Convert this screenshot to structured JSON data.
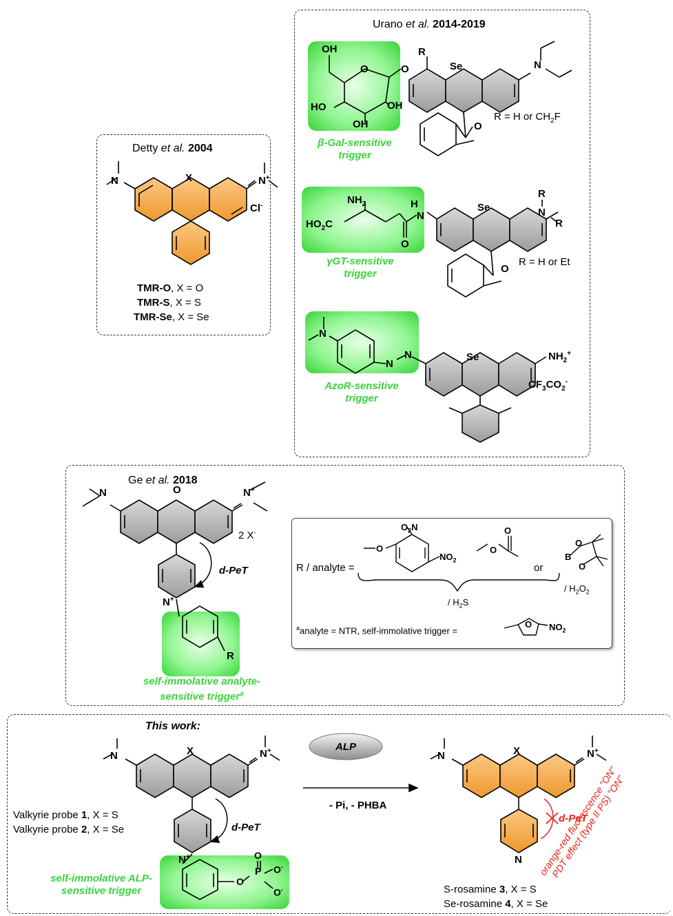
{
  "detty": {
    "ref_author": "Detty",
    "ref_etal": "et al.",
    "ref_year": "2004",
    "atom_x": "X",
    "counterion": "Cl",
    "counterion_charge": "-",
    "lines": [
      {
        "name": "TMR-O",
        "rest": ", X = O"
      },
      {
        "name": "TMR-S",
        "rest": ", X = S"
      },
      {
        "name": "TMR-Se",
        "rest": ", X = Se"
      }
    ]
  },
  "urano": {
    "ref_author": "Urano",
    "ref_etal": "et al.",
    "ref_year": "2014-2019",
    "galactose": {
      "oh_top": "OH",
      "ring_o": "O",
      "link_o": "O",
      "ho_left": "HO",
      "oh_right": "OH",
      "oh_bottom": "OH"
    },
    "probe1": {
      "r": "R",
      "se": "Se",
      "n": "N",
      "lactone_o": "O",
      "r_def": "R = H or CH",
      "r_def_sub": "2",
      "r_def_end": "F"
    },
    "trigger1": [
      "β-Gal-sensitive",
      "trigger"
    ],
    "gglu": {
      "nh2": "NH",
      "nh2_sub": "2",
      "ho2c": "HO",
      "ho2c_sub": "2",
      "ho2c_end": "C",
      "amide_o": "O",
      "amide_nh": "H",
      "amide_n": "N"
    },
    "probe2": {
      "se": "Se",
      "n": "N",
      "r_top": "R",
      "r_right": "R",
      "lactone_o": "O",
      "r_def": "R = H or Et"
    },
    "trigger2": [
      "γGT-sensitive",
      "trigger"
    ],
    "azo": {
      "n_dimethyl": "N",
      "n1": "N",
      "n2": "N"
    },
    "probe3": {
      "se": "Se",
      "nh2": "NH",
      "nh2_sub": "2",
      "nh2_charge": "+",
      "anion": "CF",
      "anion_sub1": "3",
      "anion_mid": "CO",
      "anion_sub2": "2",
      "anion_charge": "-"
    },
    "trigger3": [
      "AzoR-sensitive",
      "trigger"
    ]
  },
  "ge": {
    "ref_author": "Ge",
    "ref_etal": "et al.",
    "ref_year": "2018",
    "o_atom": "O",
    "n_left": "N",
    "n_right": "N",
    "n_right_charge": "+",
    "pyridinium_n": "N",
    "pyridinium_charge": "+",
    "counterion": "2 X",
    "counterion_charge": "-",
    "dpet": "d-PeT",
    "r_group": "R",
    "trigger": [
      "self-immolative analyte-",
      "sensitive trigger"
    ],
    "trigger_sup": "a",
    "legend": {
      "r_label": "R / analyte =",
      "o2n": "O",
      "o2n_sub": "2",
      "o2n_end": "N",
      "ether_o": "O",
      "no2": "NO",
      "no2_sub": "2",
      "acetyl_o1": "O",
      "acetyl_o2": "O",
      "or": "or",
      "boron": "B",
      "bo1": "O",
      "bo2": "O",
      "analyte1": "/ H",
      "analyte1_sub": "2",
      "analyte1_end": "S",
      "analyte2": "/ H",
      "analyte2_sub": "2",
      "analyte2_mid": "O",
      "analyte2_sub2": "2",
      "footnote_sup": "a",
      "footnote": "analyte = NTR, self-immolative trigger =",
      "furan_o": "O",
      "furan_no2": "NO",
      "furan_no2_sub": "2"
    }
  },
  "thiswork": {
    "title": "This work:",
    "atom_x": "X",
    "n_left": "N",
    "n_right": "N",
    "n_right_charge": "+",
    "pyridinium_n": "N",
    "pyridinium_charge": "+",
    "dpet": "d-PeT",
    "probe1_pre": "Valkyrie probe ",
    "probe1_num": "1",
    "probe1_post": ", X = S",
    "probe2_pre": "Valkyrie probe ",
    "probe2_num": "2",
    "probe2_post": ", X = Se",
    "trigger": [
      "self-immolative ALP-",
      "sensitive trigger"
    ],
    "phosphate": {
      "o_link": "O",
      "p": "P",
      "o_top": "O",
      "o_right1": "O",
      "o_right2": "O",
      "charge": "-"
    },
    "enzyme": "ALP",
    "byproducts": "- Pi, - PHBA",
    "product": {
      "atom_x": "X",
      "n_left": "N",
      "n_right": "N",
      "n_right_charge": "+",
      "pyridine_n": "N",
      "dpet_blocked": "d-PeT"
    },
    "effect1": "orange-red fluorescence \"ON\"",
    "effect2": "PDT effect (type II PS) \"ON\"",
    "product1_pre": "S-rosamine ",
    "product1_num": "3",
    "product1_post": ", X = S",
    "product2_pre": "Se-rosamine ",
    "product2_num": "4",
    "product2_post": ", X = Se"
  },
  "colors": {
    "orange": "#f5a94c",
    "orange_dark": "#e08a1f",
    "green": "#3ad43a",
    "green_fill": "#7cf07c",
    "red": "#e8221a",
    "grey_ring": "#b5b5b5"
  }
}
